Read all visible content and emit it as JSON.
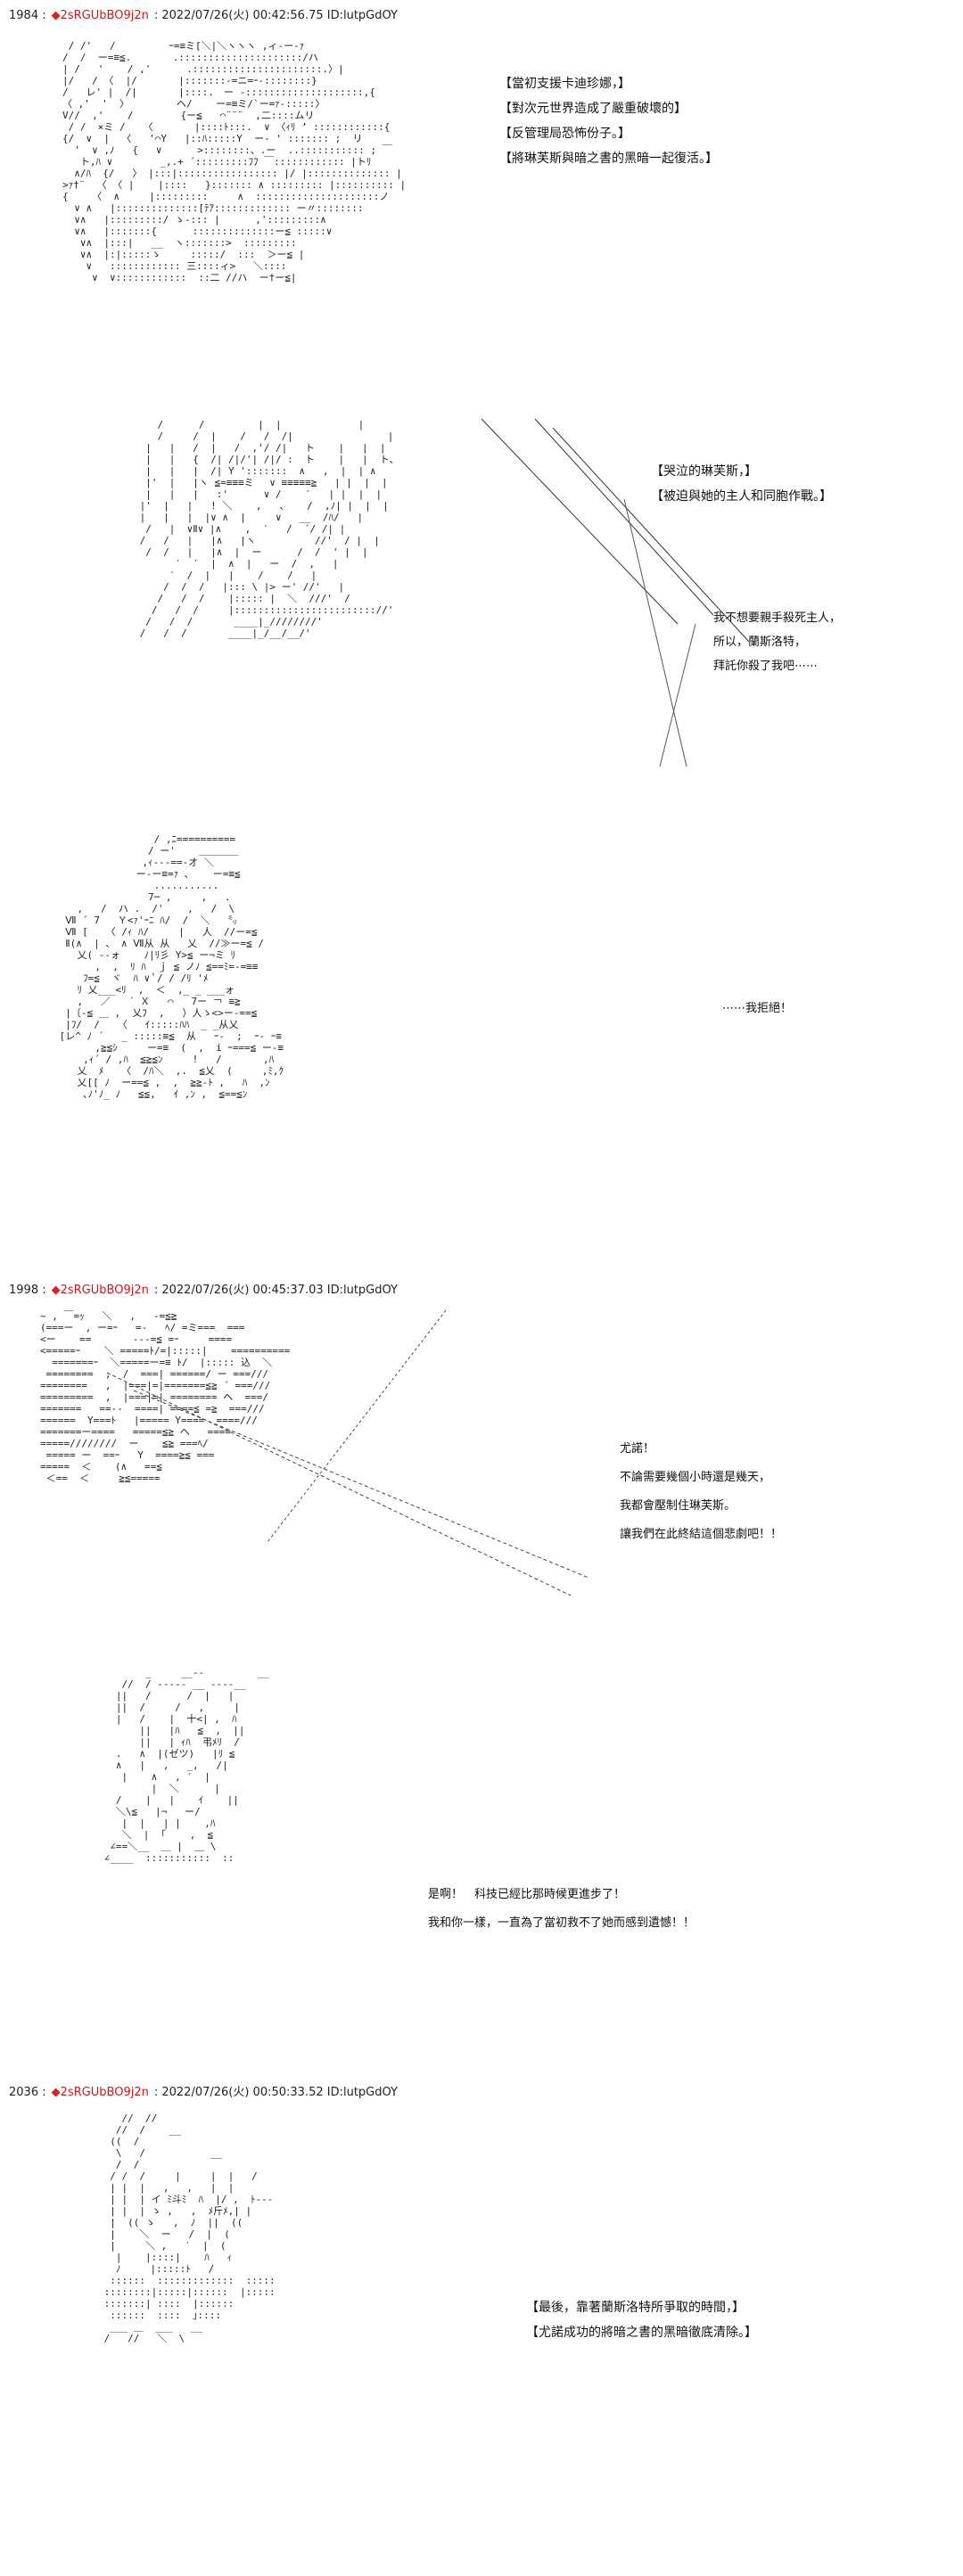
{
  "posts": [
    {
      "header": {
        "number": "1984 :",
        "diamond": "◆",
        "trip": "2sRGUbBO9j2n",
        "meta": ": 2022/07/26(火) 00:42:56.75 ID:lutpGdOY"
      },
      "text_a": [
        "【當初支援卡迪珍娜，】",
        "【對次元世界造成了嚴重破壞的】",
        "【反管理局恐怖份子。】",
        "【將琳芙斯與暗之書的黑暗一起復活。】"
      ],
      "text_b": [
        "【哭泣的琳芙斯，】",
        "【被迫與她的主人和同胞作戰。】"
      ],
      "text_c": [
        "我不想要親手殺死主人，",
        "所以，蘭斯洛特，",
        "拜託你殺了我吧⋯⋯"
      ],
      "text_d": "⋯⋯我拒絕！"
    },
    {
      "header": {
        "number": "1998 :",
        "diamond": "◆",
        "trip": "2sRGUbBO9j2n",
        "meta": ": 2022/07/26(火) 00:45:37.03 ID:lutpGdOY"
      },
      "text_a": [
        "尤諾！",
        "不論需要幾個小時還是幾天，",
        "我都會壓制住琳芙斯。",
        "讓我們在此終結這個悲劇吧！！"
      ],
      "text_b": [
        "是啊！　科技已經比那時候更進步了！",
        "我和你一樣，一直為了當初救不了她而感到遺憾！！"
      ]
    },
    {
      "header": {
        "number": "2036 :",
        "diamond": "◆",
        "trip": "2sRGUbBO9j2n",
        "meta": ": 2022/07/26(火) 00:50:33.52 ID:lutpGdOY"
      },
      "text_a": [
        "【最後，靠著蘭斯洛特所爭取的時間，】",
        "【尤諾成功的將暗之書的黑暗徹底清除。】"
      ]
    }
  ],
  "art": {
    "face1": " / /'   /         ｰ=≡ミ[＼|＼ヽヽヽ ,ィ-ー-ｧ\n/  /  ー=≡≦.       .:::::::::::::::::::::/ハ\n| /   '    / ,'      .::::::::::::::::::::::.〉|\n|/   / 〈  |/       |:::::::-=ニ=ｰ-::::::::}\n/   レ' |  /|       |::::.　ー -::::::::::::::::::::,{\n〈 ,'  '  〉        ヘ/    ー=≡ミ/`ー=ｧ-:::::〉\nV//  ,'    /        {ー≦   ⌒¨¨¨  ,二::::ムリ\n / /  ×ミ /   〈       |::::ﾄ:::.  ∨ 〈ｨﾘ ’ ::::::::::::{\n{/  ∨  |  〈   '⌒Y   |::ﾊ:::::Y  ー- ' ::::::: ;  リ\n  '  ∨ ,ﾉ   {   ∨      >::::::::、.ー  ..::::::::::: ; ￣\n   ト,ﾊ ∨        _,.+ ´:::::::::ﾌﾌ ￣:::::::::::: |トﾘ\n  ∧/ﾊ  {/   〉 |:::|::::::::::::::::: |/ |:::::::::::::: |\n>ｧ†¨  〈 〈 |    |::::   }::::::: ∧ ::::::::: |:::::::::: |\n{    〈  ∧     |:::::::::     ∧  :::::::::::::::::::::ノ\n  ∨ ∧   |::::::::::::::[ﾃｱ::::::::::::: ー〃::::::::\n  ∨∧   |:::::::::/ ゝ-::: |      ,':::::::::∧\n  ∨∧   |:::::::{      ::::::::::::::ー≦ :::::∨\n   ∨∧  |:::|   __  ヽ:::::::>  :::::::::\n   ∨∧  |:|:::::ゝ     :::::/  :::  ＞ー≦ |\n    ∨   :::::::::::: 三::::ィ>   ＼::::\n     ∨  ∨::::::::::::  ::二 //ハ  ー†ー≦|",
    "face2": "    /      /         |  |             |\n    /     /  |    /   /  /|                |\n  |   |   /  |   /  ,'/ /|   ト    |   |  |\n  |   |   {  /| /|/'| /|/ :  ト    |   |  ト、\n  |   |   |  /| Y ':::::::  ∧   ,  |  | ∧ \n  |'  |   |ヽ ≦=≡≡≡ミ　 ∨ ≡≡≡≡≡≧   | |  |  |\n  |   |   |   :'      ∨ /    ′   | |  |  |\n |'  |   |   ! ＼    ,   、   /  ,ﾉ| |  |  |\n |   |   |  |∨ ∧  |     ∨   __  /ﾊ/   |\n  /   |  ∨Ⅱ∨ |∧    ,  ′   /  ´/ /| |\n /   /   |   |∧   |ヽ          //'  / |  |\n  /  /   |   |∧  |  ー      /  /  ' |  |\n       ′  ′  |  ∧  |   ー  /  ,   |\n      ′  /  |   |    /    /   |\n     /  /  /   |::: \\ |> ー' //'   |\n    /   /  /    |::::: |  ＼  ///'  /\n   /   /  /     |:::::::::::::::::::::::://'\n  /   /  /       ____|_////////'\n /   /  /       ____|_/__/__/'",
    "fight": "                 / ,ﾆ==========\n                / ー'    ＿＿＿＿\n               ,ｨ---==-オ ＼\n              ー-ー≡=ｧ ､    ー=≡≦\n                 ...........\n                7─ ,     ,   .\n    ,   /  ハ .  /'    ,   /  \\\n  Ⅶ ´ 7   Ｙ<ｧ'ｰﾆ ﾊ/  /  ＼   ㍉\n  Ⅶ [   〈 /ｨ ﾊ/     |   人  //ー=≦\n  Ⅱ(∧  | 、 ∧ Ⅶ从 从   乂  //≫ー=≦ /\n    乂( --ォ    ﾉ|ﾘ彡 Y>≦ ー¬ミ ﾘ\n       ,  ,  ﾘ ﾊ  ｊ ≦ ノﾉ ≦==ﾐ=-=≡≡\n     ﾌ=≦  ヾ  ﾊ ∨ ﾟ/ / /ﾘ 'ﾒ\n    ﾘ 乂___<ﾘ  ,  ＜  ,_ _ ___ォ\n    ,   ／   ´ Ｘ   ⌒   7ー ￢ ≡≧\n  |〔-≦ ＿ ,  乂ﾌ  ,   ）人ゝ<>ー-==≦\n  |ﾌ/  /   〈   ｲ:::::ﾊﾊ  _ _从乂\n [レ^ ﾉ ´   _ :::::≡≦  从   ｰ-  ;  ｰ- ｰ≡\n       ,≧≦ｼ     ー=≡  (  ,  i ｰ===≦ ー-≡\n     ,ｨ´ / ,ﾊ  ≦≧≦ﾝ     !   /       ,ﾊ\n    乂  ﾒ   〈  /ﾊ＼  ,.  ≦乂  (     ,ﾐ,ｸ\n    乂[[ ﾉ  ー==≦ ,  ,  ≧≧-ﾄ ,   ﾊ  ,ﾝ\n     ､ﾉ'ﾉ_ ﾉ   ≦≦,   ｲ ,ﾝ ,  ≦==≦ﾝ",
    "clash": "~ , ￣=ｯ   ＼   ,   -=≦≧\n(===ー  , ー=ｰ   =-   ﾍ/ =ミ===  ===\n<ー    ==       ---=≦ =ｰ     ====\n<=====ｰ    ＼ =====ﾄ/=|:::::|    ==========\n  =======ｰ  ＼=====ー=≡ ﾄ/  |::::: 込  ＼\n ========  ,  /  ===| ======/ ー ===/// \n========   ,  |===|=|=======≦≧ ´ ===/// \n=========  ,  |===|=| ======== ヘ  ===/ \n=======   ==--  ====| ====≦ =≧  ===/// \n======  Y===ﾄ   |===== Y====  ====/// \n=======ー====   =====≦≧ ヘ   ====\n=====////////  ー    ≦≧ ===ﾍ/\n ===== ー  ==ｰ   Y  ====≧≦ ===\n=====  ＜    (∧   ==≦\n ＜==  ＜     ≧≦=====",
    "yuno": "        _     __--         __\n    //  / ----- __ ----__\n   ||   /      /  |   |\n   ||  /     /   ,     |\n   |   /    |  十<| ,  ﾊ\n       ||   |ﾊ   ≦  ,  ||\n       ||   | ｨﾊ  弔ﾒﾘ  /\n   .   ∧  |(ゼツ)   |ﾘ ≦\n   ∧   |   ,   _,   /|\n    |    ∧   , ′  |\n         |  ＼      |\n   /    |   |    ｲ    ||\n   ＼\\≦   |¬   ー/\n    |  |   | |    ,ﾊ\n    ＼  |  ｢    ,  ≦\n  ∠==＼__  ＿ |  ＿ \\\n ∠____  :::::::::::  ::",
    "final": "    //  //\n   //  /    __\n  ((  /\n   \\   /           __\n   /  /\n  / /  /     |     |  |   /\n  | |  |   ,   ,   |  |\n  | |  | イ ﾐ斗ﾐ  ﾊ  |/ ,  ﾄ---\n  | |  | ゝ ,   ,  ﾒ斤ﾒ,| |\n  |  (( ゝ   ,  ﾉ  ||  ((\n  |    ＼  ー   /  |  (\n  |     ＼ ,   ′  |  (\n   |    |::::|    ﾊ   ｨ\n   ﾉ     |:::::ﾄ   /\n  ::::::  :::::::::::::  :::::\n ::::::::|:::::|::::::  |:::::\n :::::::| ::::  |::::::\n  ::::::  ::::  ｣::::\n  ___ ＿  ___   __\n /   //   ＼  \\"
  }
}
